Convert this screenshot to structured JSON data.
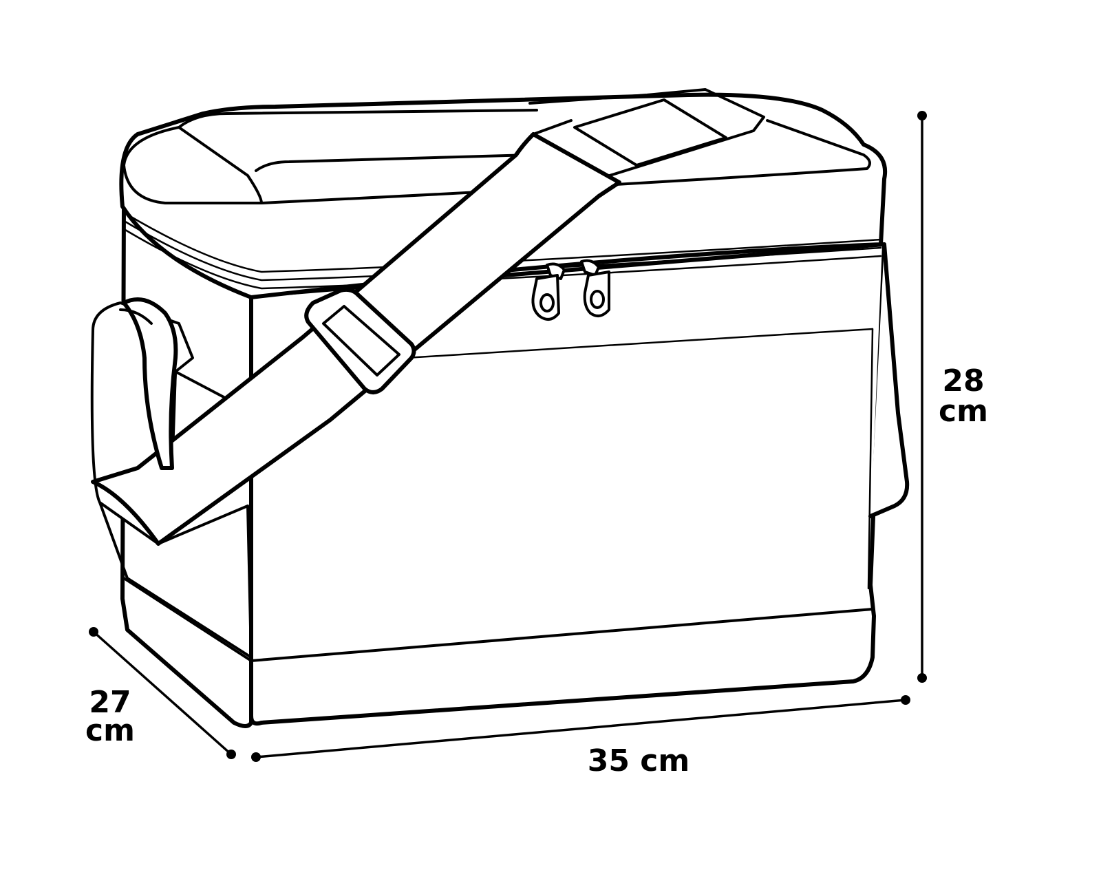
{
  "dimensions": {
    "height": {
      "value": "28",
      "unit": "cm"
    },
    "depth": {
      "value": "27",
      "unit": "cm"
    },
    "width": {
      "label": "35 cm"
    }
  },
  "colors": {
    "line": "#000000",
    "background": "#ffffff"
  },
  "object": "cooler-bag"
}
